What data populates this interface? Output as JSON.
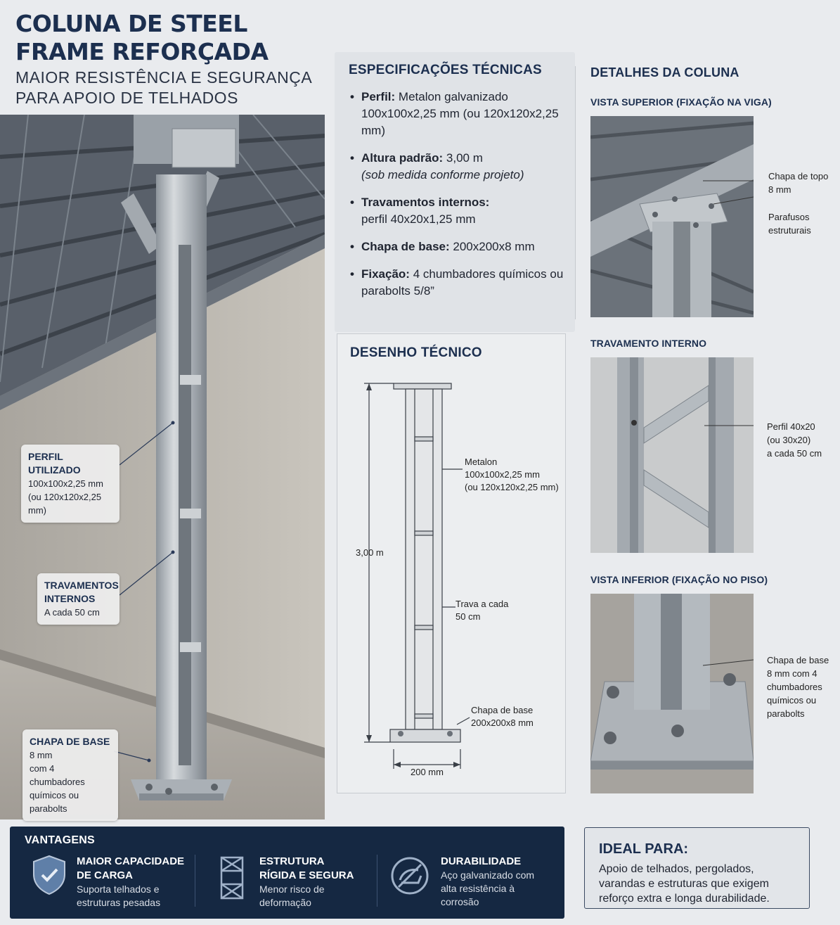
{
  "header": {
    "title": "COLUNA DE STEEL FRAME REFORÇADA",
    "subtitle": "MAIOR RESISTÊNCIA E SEGURANÇA PARA APOIO DE TELHADOS"
  },
  "photo_callouts": {
    "perfil": {
      "heading": "PERFIL UTILIZADO",
      "line1": "100x100x2,25 mm",
      "line2": "(ou 120x120x2,25 mm)"
    },
    "travamentos": {
      "heading": "TRAVAMENTOS INTERNOS",
      "line1": "A cada 50 cm"
    },
    "chapa": {
      "heading": "CHAPA DE BASE",
      "line1": "8 mm",
      "line2": "com 4 chumbadores",
      "line3": "químicos ou parabolts"
    }
  },
  "specs": {
    "heading": "ESPECIFICAÇÕES TÉCNICAS",
    "items": [
      {
        "label": "Perfil:",
        "text": " Metalon galvanizado 100x100x2,25 mm (ou 120x120x2,25 mm)",
        "note": ""
      },
      {
        "label": "Altura padrão:",
        "text": " 3,00 m",
        "note": "(sob medida conforme projeto)"
      },
      {
        "label": "Travamentos internos:",
        "text": " perfil 40x20x1,25 mm",
        "note": ""
      },
      {
        "label": "Chapa de base:",
        "text": " 200x200x8 mm",
        "note": ""
      },
      {
        "label": "Fixação:",
        "text": " 4 chumbadores químicos ou parabolts 5/8”",
        "note": ""
      }
    ]
  },
  "technical_drawing": {
    "heading": "DESENHO TÉCNICO",
    "height_label": "3,00 m",
    "metalon_label": "Metalon",
    "metalon_line2": "100x100x2,25 mm",
    "metalon_line3": "(ou 120x120x2,25 mm)",
    "trava_label": "Trava a cada",
    "trava_line2": "50 cm",
    "base_label": "Chapa de base",
    "base_line2": "200x200x8 mm",
    "width_label": "200 mm"
  },
  "details": {
    "heading": "DETALHES DA COLUNA",
    "top_view": {
      "heading": "VISTA SUPERIOR (FIXAÇÃO NA VIGA)",
      "note1a": "Chapa de topo",
      "note1b": "8 mm",
      "note2a": "Parafusos",
      "note2b": "estruturais"
    },
    "internal": {
      "heading": "TRAVAMENTO INTERNO",
      "note_a": "Perfil 40x20",
      "note_b": "(ou 30x20)",
      "note_c": "a cada 50 cm"
    },
    "bottom_view": {
      "heading": "VISTA INFERIOR (FIXAÇÃO NO PISO)",
      "note_a": "Chapa de base",
      "note_b": "8 mm com 4",
      "note_c": "chumbadores",
      "note_d": "químicos ou",
      "note_e": "parabolts"
    }
  },
  "advantages": {
    "heading": "VANTAGENS",
    "items": [
      {
        "icon": "shield-icon",
        "title_a": "MAIOR CAPACIDADE",
        "title_b": "DE CARGA",
        "desc_a": "Suporta telhados e",
        "desc_b": "estruturas pesadas"
      },
      {
        "icon": "frame-structure-icon",
        "title_a": "ESTRUTURA",
        "title_b": "RÍGIDA E SEGURA",
        "desc_a": "Menor risco de",
        "desc_b": "deformação"
      },
      {
        "icon": "durability-icon",
        "title_a": "DURABILIDADE",
        "title_b": "",
        "desc_a": "Aço galvanizado com",
        "desc_b": "alta resistência à",
        "desc_c": "corrosão"
      }
    ]
  },
  "ideal": {
    "heading": "IDEAL PARA:",
    "text": "Apoio de telhados, pergolados, varandas e estruturas que exigem reforço extra e longa durabilidade."
  },
  "colors": {
    "navy": "#152842",
    "heading": "#1c2f4f",
    "steel": "#a9afb6"
  }
}
